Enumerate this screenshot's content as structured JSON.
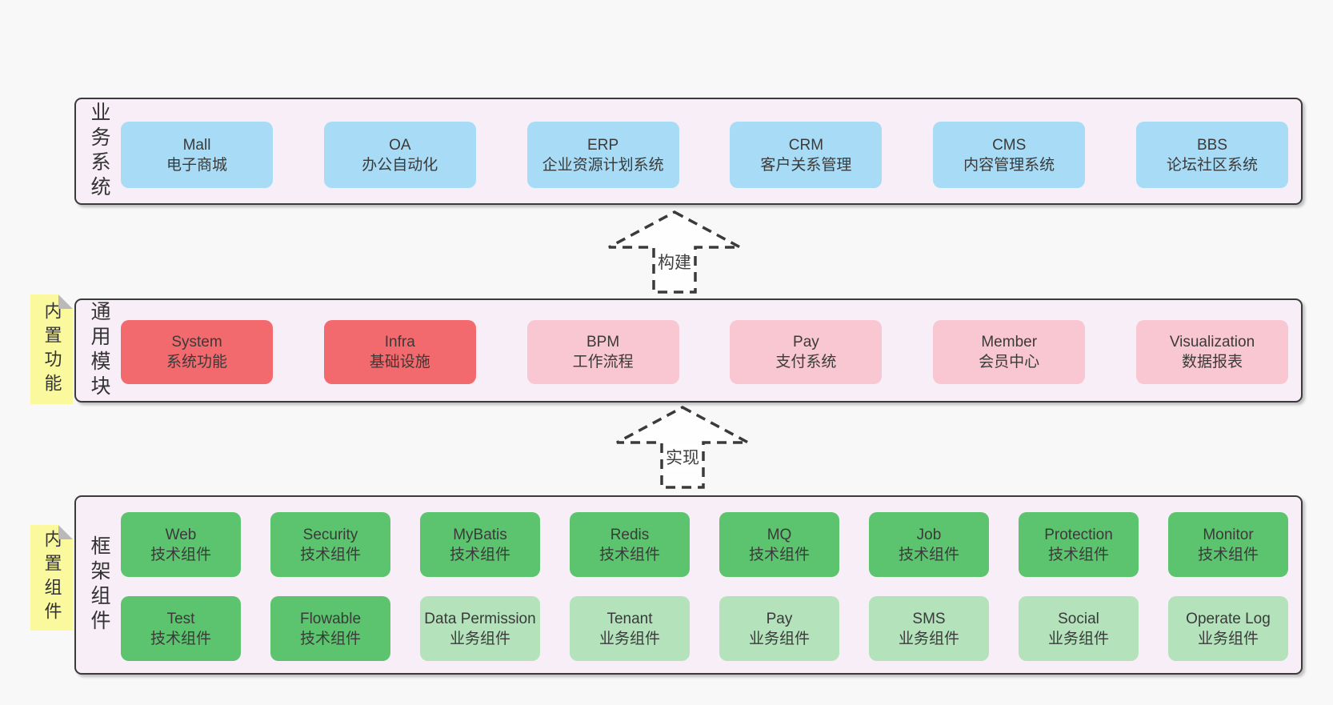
{
  "diagram": {
    "title_implicit": "",
    "arrows": [
      {
        "label": "构建"
      },
      {
        "label": "实现"
      }
    ],
    "bands": [
      {
        "id": "business-systems",
        "side_label": "业务系统",
        "note": "",
        "rows": [
          [
            {
              "name": "Mall",
              "desc": "电子商城",
              "variant": "blue"
            },
            {
              "name": "OA",
              "desc": "办公自动化",
              "variant": "blue"
            },
            {
              "name": "ERP",
              "desc": "企业资源计划系统",
              "variant": "blue"
            },
            {
              "name": "CRM",
              "desc": "客户关系管理",
              "variant": "blue"
            },
            {
              "name": "CMS",
              "desc": "内容管理系统",
              "variant": "blue"
            },
            {
              "name": "BBS",
              "desc": "论坛社区系统",
              "variant": "blue"
            }
          ]
        ]
      },
      {
        "id": "common-modules",
        "side_label": "通用模块",
        "note": "内置功能",
        "rows": [
          [
            {
              "name": "System",
              "desc": "系统功能",
              "variant": "red"
            },
            {
              "name": "Infra",
              "desc": "基础设施",
              "variant": "red"
            },
            {
              "name": "BPM",
              "desc": "工作流程",
              "variant": "pink"
            },
            {
              "name": "Pay",
              "desc": "支付系统",
              "variant": "pink"
            },
            {
              "name": "Member",
              "desc": "会员中心",
              "variant": "pink"
            },
            {
              "name": "Visualization",
              "desc": "数据报表",
              "variant": "pink"
            }
          ]
        ]
      },
      {
        "id": "framework-components",
        "side_label": "框架组件",
        "note": "内置组件",
        "rows": [
          [
            {
              "name": "Web",
              "desc": "技术组件",
              "variant": "green"
            },
            {
              "name": "Security",
              "desc": "技术组件",
              "variant": "green"
            },
            {
              "name": "MyBatis",
              "desc": "技术组件",
              "variant": "green"
            },
            {
              "name": "Redis",
              "desc": "技术组件",
              "variant": "green"
            },
            {
              "name": "MQ",
              "desc": "技术组件",
              "variant": "green"
            },
            {
              "name": "Job",
              "desc": "技术组件",
              "variant": "green"
            },
            {
              "name": "Protection",
              "desc": "技术组件",
              "variant": "green"
            },
            {
              "name": "Monitor",
              "desc": "技术组件",
              "variant": "green"
            }
          ],
          [
            {
              "name": "Test",
              "desc": "技术组件",
              "variant": "green"
            },
            {
              "name": "Flowable",
              "desc": "技术组件",
              "variant": "green"
            },
            {
              "name": "Data Permission",
              "desc": "业务组件",
              "variant": "lightgreen"
            },
            {
              "name": "Tenant",
              "desc": "业务组件",
              "variant": "lightgreen"
            },
            {
              "name": "Pay",
              "desc": "业务组件",
              "variant": "lightgreen"
            },
            {
              "name": "SMS",
              "desc": "业务组件",
              "variant": "lightgreen"
            },
            {
              "name": "Social",
              "desc": "业务组件",
              "variant": "lightgreen"
            },
            {
              "name": "Operate Log",
              "desc": "业务组件",
              "variant": "lightgreen"
            }
          ]
        ]
      }
    ],
    "colors": {
      "blue": "#a8dbf5",
      "red": "#f26a6d",
      "pink": "#f9c7d1",
      "green": "#5cc46e",
      "lightgreen": "#b3e2bb",
      "container_bg": "#f8eef7",
      "note_bg": "#fbf99d",
      "page_bg": "#f8f8f8",
      "border": "#3b3b3b",
      "text": "#3f3f3f"
    }
  }
}
